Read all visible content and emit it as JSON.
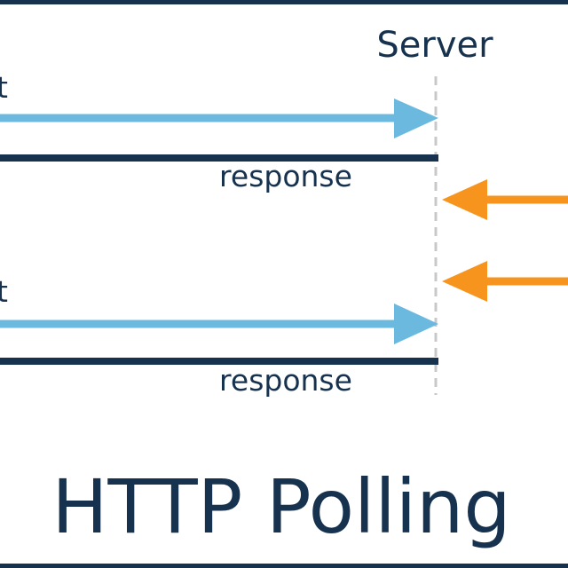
{
  "server_label": "Server",
  "title": "HTTP Polling",
  "messages": [
    {
      "label": "t",
      "kind": "request"
    },
    {
      "label": "response",
      "kind": "response"
    },
    {
      "label": "",
      "kind": "event"
    },
    {
      "label": "",
      "kind": "event"
    },
    {
      "label": "t",
      "kind": "request"
    },
    {
      "label": "response",
      "kind": "response"
    }
  ],
  "colors": {
    "request": "#6cb9e0",
    "response": "#17324f",
    "event": "#f7941d",
    "lifeline": "#c8c8c8",
    "text": "#17324f"
  }
}
